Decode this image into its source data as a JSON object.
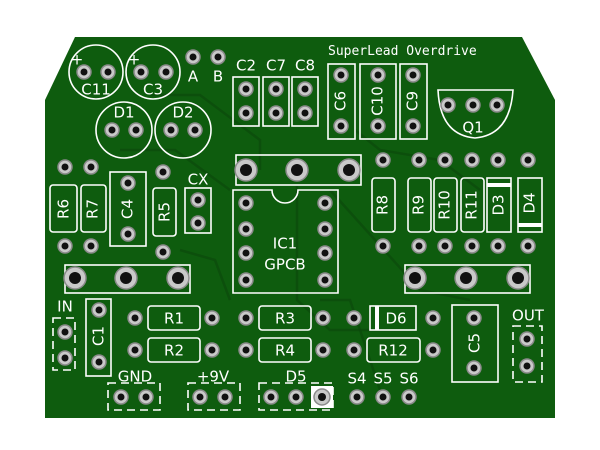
{
  "board": {
    "title": "SuperLead Overdrive",
    "colors": {
      "soldermask": "#0e5c0e",
      "silkscreen": "#ffffff",
      "pad": "#c9c9c9"
    },
    "labels": {
      "C11": "C11",
      "C3": "C3",
      "plus": "+",
      "A": "A",
      "B": "B",
      "C2": "C2",
      "C7": "C7",
      "C8": "C8",
      "C6": "C6",
      "C10": "C10",
      "C9": "C9",
      "Q1": "Q1",
      "D1": "D1",
      "D2": "D2",
      "R6": "R6",
      "R7": "R7",
      "C4": "C4",
      "R5": "R5",
      "CX": "CX",
      "IC1": "IC1",
      "GPCB": "GPCB",
      "R8": "R8",
      "R9": "R9",
      "R10": "R10",
      "R11": "R11",
      "D3": "D3",
      "D4": "D4",
      "IN": "IN",
      "C1": "C1",
      "R1": "R1",
      "R2": "R2",
      "R3": "R3",
      "R4": "R4",
      "D6": "D6",
      "R12": "R12",
      "C5": "C5",
      "OUT": "OUT",
      "GND": "GND",
      "V9": "+9V",
      "D5": "D5",
      "S4": "S4",
      "S5": "S5",
      "S6": "S6"
    }
  }
}
